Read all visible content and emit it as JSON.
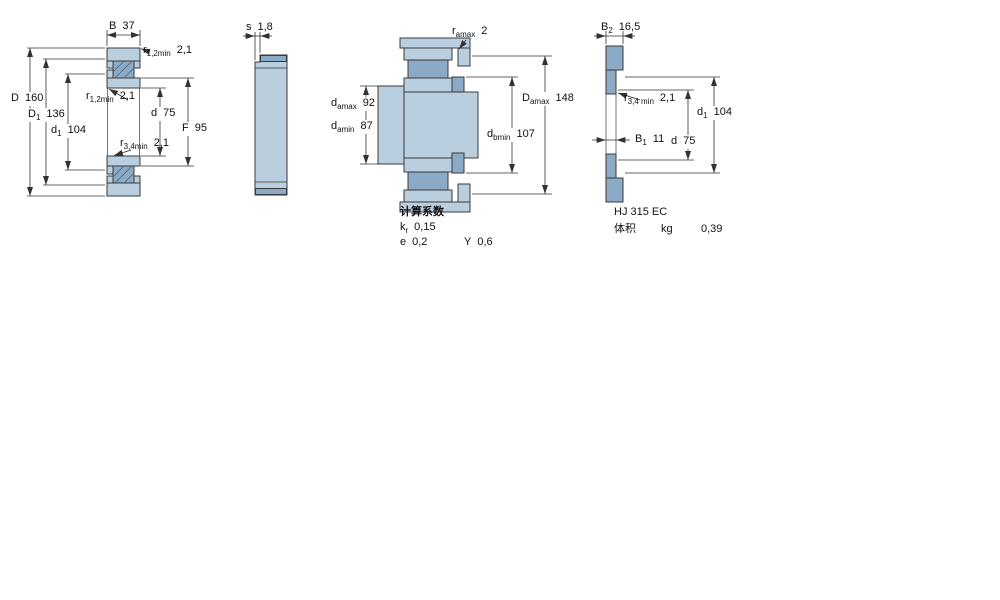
{
  "meta": {
    "colors": {
      "part_fill_light": "#b9cede",
      "part_fill_medium": "#8aaac6",
      "line_color": "#333333",
      "text_color": "#111111",
      "background": "#ffffff"
    }
  },
  "diagram1": {
    "name": "bearing-cross-section-front",
    "dims": {
      "B": {
        "sym": "B",
        "sub": "",
        "val": "37"
      },
      "r12_top": {
        "sym": "r",
        "sub": "1,2min",
        "val": "2,1"
      },
      "D": {
        "sym": "D",
        "sub": "",
        "val": "160"
      },
      "D1": {
        "sym": "D",
        "sub": "1",
        "val": "136"
      },
      "d1": {
        "sym": "d",
        "sub": "1",
        "val": "104"
      },
      "r12_mid": {
        "sym": "r",
        "sub": "1,2min",
        "val": "2,1"
      },
      "d": {
        "sym": "d",
        "sub": "",
        "val": "75"
      },
      "F": {
        "sym": "F",
        "sub": "",
        "val": "95"
      },
      "r34": {
        "sym": "r",
        "sub": "3,4min",
        "val": "2,1"
      }
    }
  },
  "diagram2": {
    "name": "bearing-side-view",
    "dims": {
      "s": {
        "sym": "s",
        "sub": "",
        "val": "1,8"
      }
    }
  },
  "diagram3": {
    "name": "mounted-bearing-abutment-view",
    "dims": {
      "ra": {
        "sym": "r",
        "sub": "amax",
        "val": "2"
      },
      "damax": {
        "sym": "d",
        "sub": "amax",
        "val": "92"
      },
      "damin": {
        "sym": "d",
        "sub": "amin",
        "val": "87"
      },
      "Damax": {
        "sym": "D",
        "sub": "amax",
        "val": "148"
      },
      "dbmin": {
        "sym": "d",
        "sub": "bmin",
        "val": "107"
      }
    },
    "factors": {
      "heading": "计算系数",
      "kr": {
        "sym": "k",
        "sub": "r",
        "val": "0,15"
      },
      "e": {
        "sym": "e",
        "sub": "",
        "val": "0,2"
      },
      "Y": {
        "sym": "Y",
        "sub": "",
        "val": "0,6"
      }
    }
  },
  "diagram4": {
    "name": "angle-ring-cross-section",
    "designation": "HJ 315 EC",
    "dims": {
      "B2": {
        "sym": "B",
        "sub": "2",
        "val": "16,5"
      },
      "r34": {
        "sym": "r",
        "sub": "3,4 min",
        "val": "2,1"
      },
      "d1": {
        "sym": "d",
        "sub": "1",
        "val": "104"
      },
      "B1": {
        "sym": "B",
        "sub": "1",
        "val": "11"
      },
      "d": {
        "sym": "d",
        "sub": "",
        "val": "75"
      }
    },
    "mass": {
      "label": "体积",
      "unit": "kg",
      "val": "0,39"
    }
  }
}
